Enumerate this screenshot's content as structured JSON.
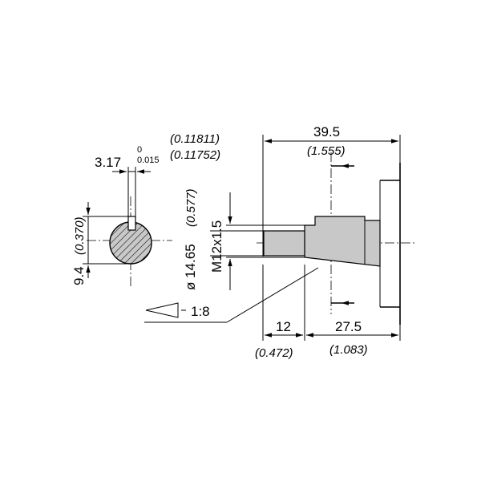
{
  "labels": {
    "overall_length": "39.5",
    "overall_length_in": "(1.555)",
    "key_width": "3.17",
    "key_tol_upper": "0",
    "key_tol_lower": "0.015",
    "key_width_in_upper": "(0.11811)",
    "key_width_in_lower": "(0.11752)",
    "key_height": "9.4",
    "key_height_in": "(0.370)",
    "diameter": "ø 14.65",
    "diameter_in": "(0.577)",
    "thread": "M12x1.5",
    "taper": "1:8",
    "thread_length": "12",
    "thread_length_in": "(0.472)",
    "shaft_length": "27.5",
    "shaft_length_in": "(1.083)"
  },
  "colors": {
    "line": "#000000",
    "body_fill": "#c8c8c8",
    "background": "#ffffff"
  }
}
